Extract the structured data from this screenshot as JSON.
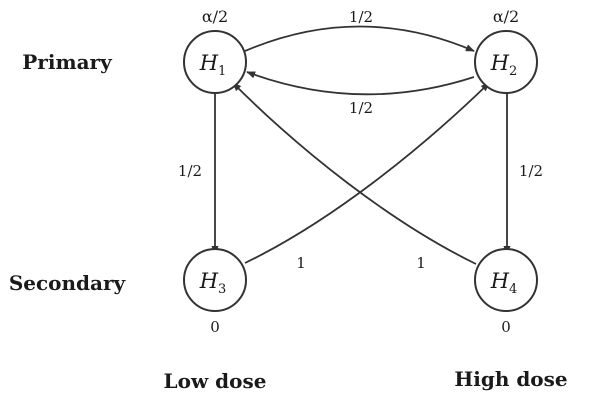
{
  "row_labels": {
    "primary": "Primary",
    "secondary": "Secondary"
  },
  "column_labels": {
    "low_dose": "Low dose",
    "high_dose": "High dose"
  },
  "nodes": [
    {
      "id": "H1",
      "letter": "H",
      "subscript": "1",
      "initial_weight": "α/2"
    },
    {
      "id": "H2",
      "letter": "H",
      "subscript": "2",
      "initial_weight": "α/2"
    },
    {
      "id": "H3",
      "letter": "H",
      "subscript": "3",
      "initial_weight": "0"
    },
    {
      "id": "H4",
      "letter": "H",
      "subscript": "4",
      "initial_weight": "0"
    }
  ],
  "edges": [
    {
      "from": "H1",
      "to": "H2",
      "weight": "1/2"
    },
    {
      "from": "H2",
      "to": "H1",
      "weight": "1/2"
    },
    {
      "from": "H1",
      "to": "H3",
      "weight": "1/2"
    },
    {
      "from": "H2",
      "to": "H4",
      "weight": "1/2"
    },
    {
      "from": "H3",
      "to": "H2",
      "weight": "1"
    },
    {
      "from": "H4",
      "to": "H1",
      "weight": "1"
    }
  ]
}
